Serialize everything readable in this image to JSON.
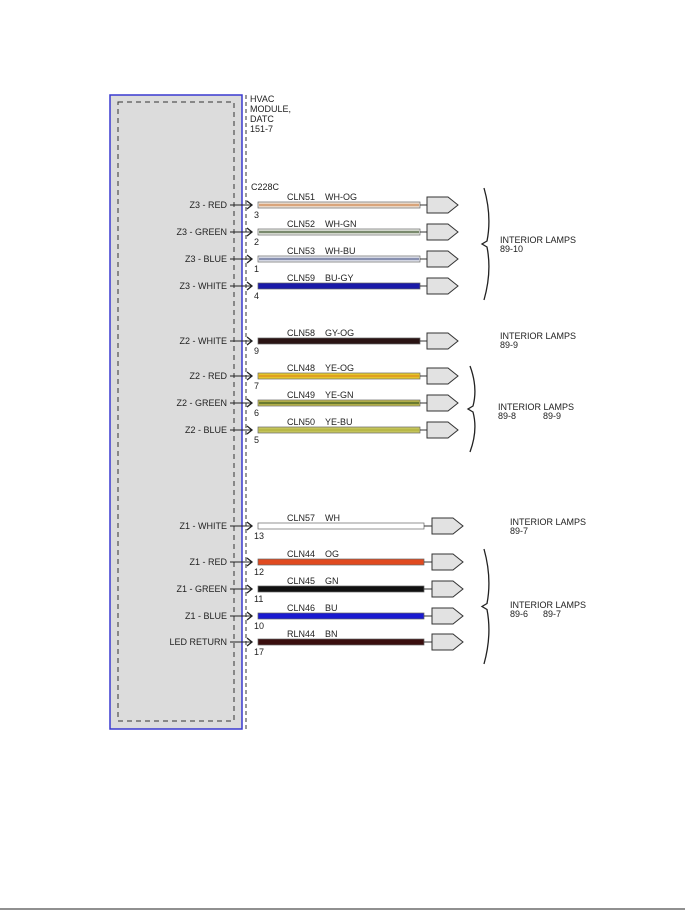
{
  "module": {
    "title_lines": [
      "HVAC",
      "MODULE,",
      "DATC",
      "151-7"
    ],
    "connector": "C228C"
  },
  "wires": [
    {
      "label": "Z3 - RED",
      "circuit": "CLN51",
      "color_code": "WH-OG",
      "pin": "3",
      "stripe": "#d9a47a",
      "base": "#f0e6dc"
    },
    {
      "label": "Z3 - GREEN",
      "circuit": "CLN52",
      "color_code": "WH-GN",
      "pin": "2",
      "stripe": "#7a8a6e",
      "base": "#eef0ea"
    },
    {
      "label": "Z3 - BLUE",
      "circuit": "CLN53",
      "color_code": "WH-BU",
      "pin": "1",
      "stripe": "#8890b0",
      "base": "#eceef4"
    },
    {
      "label": "Z3 - WHITE",
      "circuit": "CLN59",
      "color_code": "BU-GY",
      "pin": "4",
      "stripe": "#1a1aa8",
      "base": "#1a1aa8"
    },
    {
      "label": "Z2 - WHITE",
      "circuit": "CLN58",
      "color_code": "GY-OG",
      "pin": "9",
      "stripe": "#2a1414",
      "base": "#2a1414"
    },
    {
      "label": "Z2 - RED",
      "circuit": "CLN48",
      "color_code": "YE-OG",
      "pin": "7",
      "stripe": "#e0a020",
      "base": "#e8d030"
    },
    {
      "label": "Z2 - GREEN",
      "circuit": "CLN49",
      "color_code": "YE-GN",
      "pin": "6",
      "stripe": "#6a7a30",
      "base": "#c8c050"
    },
    {
      "label": "Z2 - BLUE",
      "circuit": "CLN50",
      "color_code": "YE-BU",
      "pin": "5",
      "stripe": "#b8b848",
      "base": "#c8c860"
    },
    {
      "label": "Z1 - WHITE",
      "circuit": "CLN57",
      "color_code": "WH",
      "pin": "13",
      "stripe": "#ffffff",
      "base": "#ffffff"
    },
    {
      "label": "Z1 - RED",
      "circuit": "CLN44",
      "color_code": "OG",
      "pin": "12",
      "stripe": "#e04a20",
      "base": "#e04a20"
    },
    {
      "label": "Z1 - GREEN",
      "circuit": "CLN45",
      "color_code": "GN",
      "pin": "11",
      "stripe": "#111111",
      "base": "#111111"
    },
    {
      "label": "Z1 - BLUE",
      "circuit": "CLN46",
      "color_code": "BU",
      "pin": "10",
      "stripe": "#1a1ad0",
      "base": "#1a1ad0"
    },
    {
      "label": "LED RETURN",
      "circuit": "RLN44",
      "color_code": "BN",
      "pin": "17",
      "stripe": "#3a0e0e",
      "base": "#3a0e0e"
    }
  ],
  "destinations": [
    {
      "title": "INTERIOR LAMPS",
      "refs": [
        "89-10"
      ],
      "brace": true
    },
    {
      "title": "INTERIOR LAMPS",
      "refs": [
        "89-9"
      ],
      "brace": false
    },
    {
      "title": "INTERIOR LAMPS",
      "refs": [
        "89-8",
        "89-9"
      ],
      "brace": true
    },
    {
      "title": "INTERIOR LAMPS",
      "refs": [
        "89-7"
      ],
      "brace": false
    },
    {
      "title": "INTERIOR LAMPS",
      "refs": [
        "89-6",
        "89-7"
      ],
      "brace": true
    }
  ]
}
